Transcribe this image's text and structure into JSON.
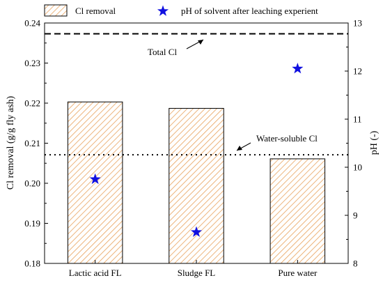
{
  "chart_data": {
    "type": "bar",
    "categories": [
      "Lactic acid FL",
      "Sludge FL",
      "Pure water"
    ],
    "series": [
      {
        "name": "Cl removal",
        "axis": "left",
        "kind": "bar",
        "pattern": "diagonal-hatch",
        "color": "#e8a25c",
        "values": [
          0.2203,
          0.2187,
          0.2061
        ]
      },
      {
        "name": "pH of solvent after leaching experient",
        "axis": "right",
        "kind": "scatter",
        "marker": "star",
        "color": "#1010e0",
        "values": [
          9.75,
          8.65,
          12.05
        ]
      }
    ],
    "reference_lines": [
      {
        "label": "Total Cl",
        "value": 0.2373,
        "style": "dashed"
      },
      {
        "label": "Water-soluble Cl",
        "value": 0.2071,
        "style": "dotted"
      }
    ],
    "ylabel": "Cl removal (g/g fly ash)",
    "y2label": "pH (-)",
    "ylim": [
      0.18,
      0.24
    ],
    "y2lim": [
      8,
      13
    ],
    "yticks": [
      "0.18",
      "0.19",
      "0.20",
      "0.21",
      "0.22",
      "0.23",
      "0.24"
    ],
    "y2ticks": [
      "8",
      "9",
      "10",
      "11",
      "12",
      "13"
    ],
    "legend_position": "top",
    "grid": false
  }
}
